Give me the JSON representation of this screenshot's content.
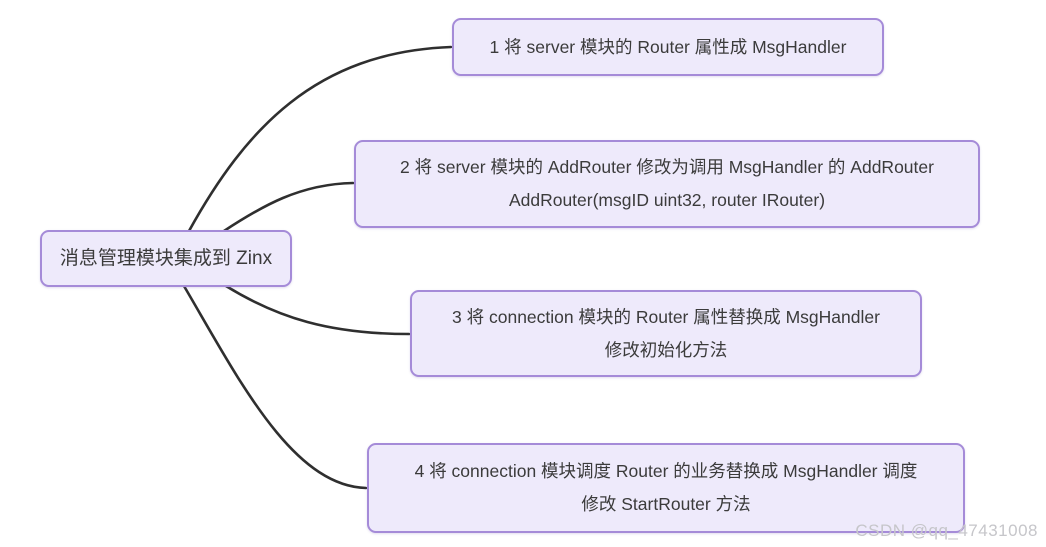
{
  "diagram": {
    "root": {
      "label": "消息管理模块集成到 Zinx"
    },
    "nodes": [
      {
        "lines": [
          "1 将 server 模块的 Router 属性成 MsgHandler"
        ]
      },
      {
        "lines": [
          "2 将 server 模块的 AddRouter 修改为调用 MsgHandler 的 AddRouter",
          "AddRouter(msgID uint32, router IRouter)"
        ]
      },
      {
        "lines": [
          "3 将 connection 模块的 Router 属性替换成 MsgHandler",
          "修改初始化方法"
        ]
      },
      {
        "lines": [
          "4 将 connection 模块调度 Router 的业务替换成 MsgHandler 调度",
          "修改 StartRouter 方法"
        ]
      }
    ],
    "watermark": "CSDN @qq_47431008",
    "colors": {
      "node_fill": "#eeeafb",
      "node_border": "#a58bd8",
      "node_text": "#3b3b3b",
      "edge_line": "#2f2f2f",
      "watermark_text": "#c6c6ca",
      "background": "#ffffff"
    }
  }
}
